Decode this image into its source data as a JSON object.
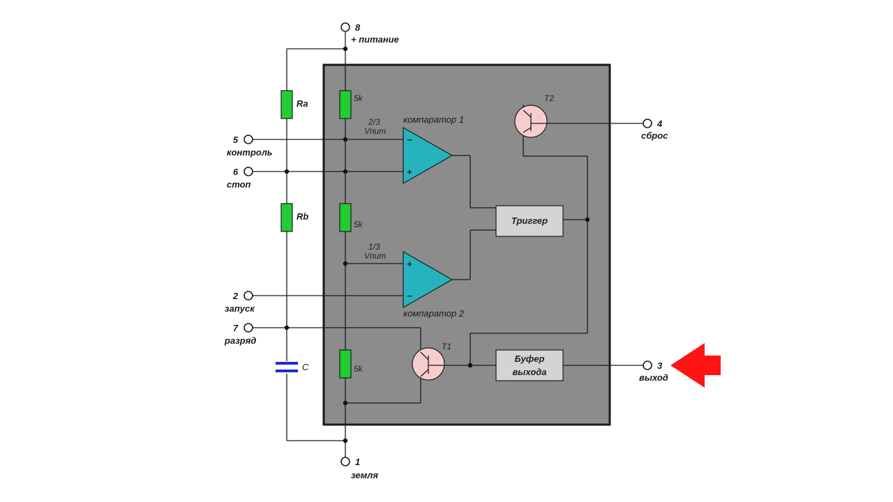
{
  "colors": {
    "chip": "#8c8c8c",
    "chip_border": "#1a1a1a",
    "resistor": "#22cc33",
    "comparator": "#25b4be",
    "transistor": "#f6cccc",
    "block": "#d4d4d4",
    "capacitor": "#1a2bd6",
    "arrow": "#ff1414"
  },
  "pins": {
    "p8": {
      "num": "8",
      "name": "+ питание"
    },
    "p4": {
      "num": "4",
      "name": "сброс"
    },
    "p5": {
      "num": "5",
      "name": "контроль"
    },
    "p6": {
      "num": "6",
      "name": "стоп"
    },
    "p2": {
      "num": "2",
      "name": "запуск"
    },
    "p7": {
      "num": "7",
      "name": "разряд"
    },
    "p3": {
      "num": "3",
      "name": "выход"
    },
    "p1": {
      "num": "1",
      "name": "земля"
    }
  },
  "components": {
    "ra": "Ra",
    "rb": "Rb",
    "c": "C",
    "r5k_1": "5k",
    "r5k_2": "5k",
    "r5k_3": "5k",
    "comp1": "компаратор 1",
    "comp2": "компаратор 2",
    "ref_top_frac": "2/3",
    "ref_top_v": "Vпит",
    "ref_bot_frac": "1/3",
    "ref_bot_v": "Vпит",
    "minus": "−",
    "plus": "+",
    "t1": "T1",
    "t2": "T2",
    "trigger": "Триггер",
    "buffer_l1": "Буфер",
    "buffer_l2": "выхода"
  },
  "arrow_icon": "left-arrow-icon"
}
